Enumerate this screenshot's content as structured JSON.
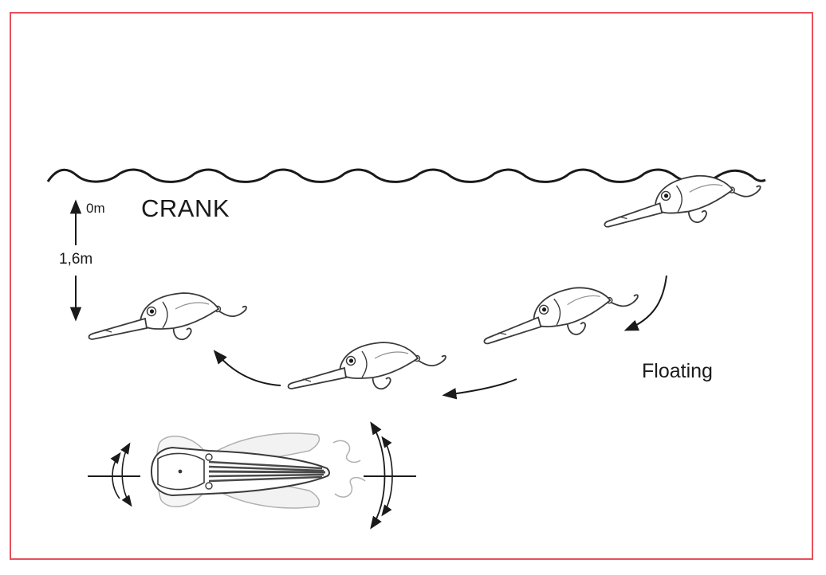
{
  "diagram": {
    "title": "CRANK",
    "action_label": "Floating",
    "depth": {
      "top": "0m",
      "range": "1,6m"
    }
  },
  "colors": {
    "frame": "#e8505a",
    "ink": "#1a1a1a",
    "outline": "#3a3a3a",
    "ghost": "#b0b0b0",
    "stripe": "#4a4a4a"
  },
  "icons": [
    "crankbait-lure-icon",
    "water-surface-icon",
    "curved-arrow-icon",
    "wobble-arrow-icon",
    "depth-arrow-icon"
  ]
}
